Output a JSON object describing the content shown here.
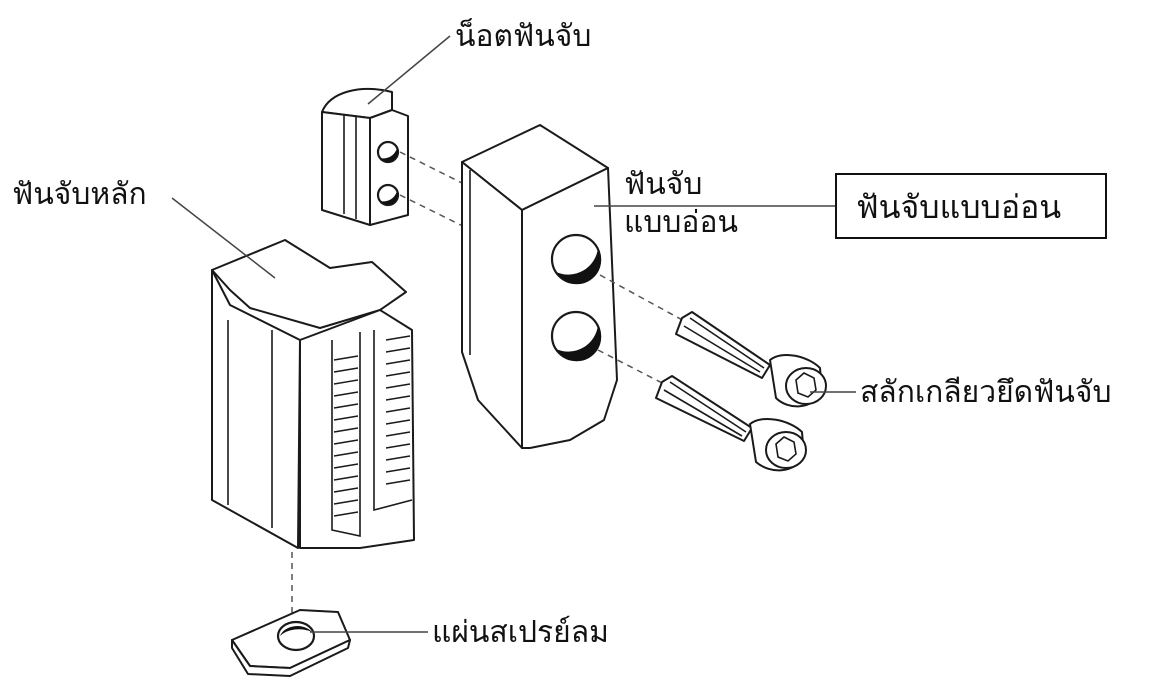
{
  "labels": {
    "jaw_nut": "น็อตฟันจับ",
    "master_jaw": "ฟันจับหลัก",
    "soft_jaw": "ฟันจับ",
    "soft_jaw_line2": "แบบอ่อน",
    "soft_jaw_box": "ฟันจับแบบอ่อน",
    "jaw_bolts": "สลักเกลียวยึดฟันจับ",
    "air_blow_plate": "แผ่นสเปรย์ลม"
  },
  "icons": {
    "hex_socket": "hex-socket-icon"
  },
  "colors": {
    "line": "#1a1a1a",
    "background": "#ffffff",
    "text": "#111111"
  }
}
